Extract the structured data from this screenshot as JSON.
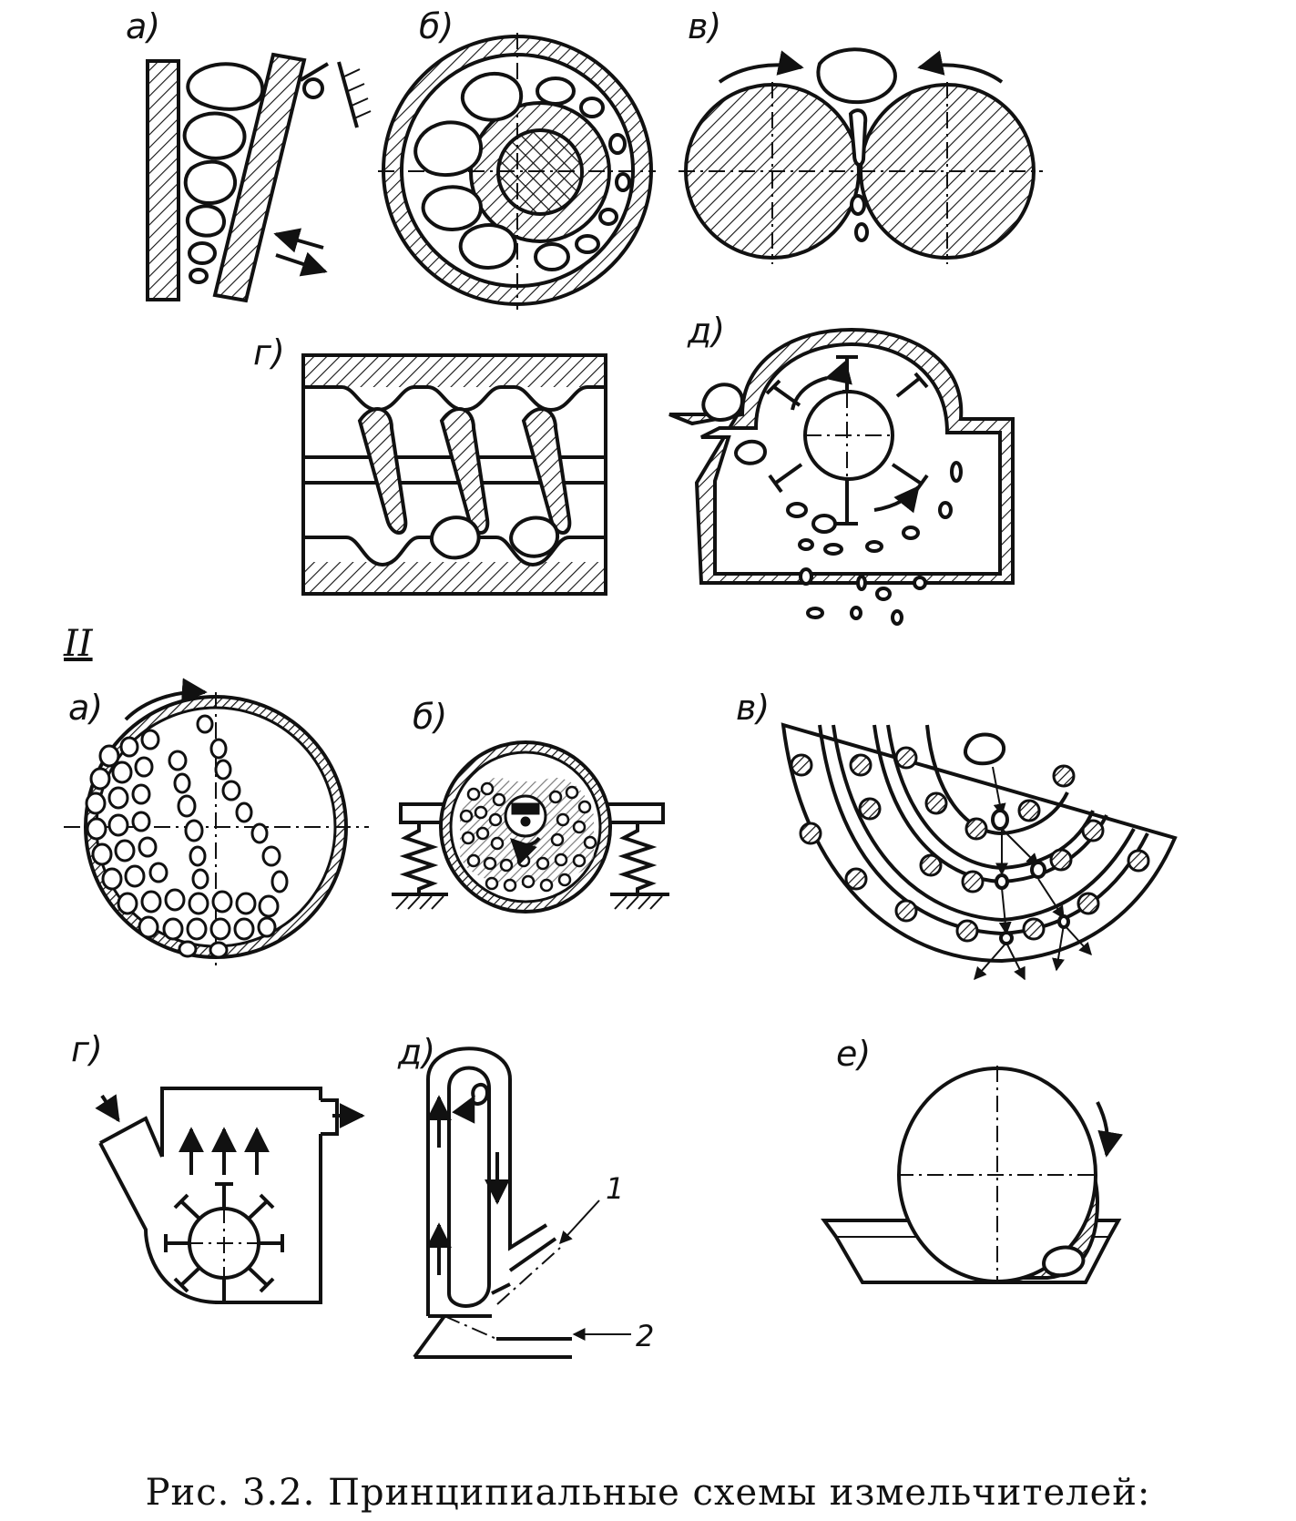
{
  "section_marker": "II",
  "caption": "Рис. 3.2. Принципиальные схемы измельчителей:",
  "group_1": {
    "labels": [
      "а)",
      "б)",
      "в)",
      "г)",
      "д)"
    ]
  },
  "group_2": {
    "labels": [
      "а)",
      "б)",
      "в)",
      "г)",
      "д)",
      "е)"
    ],
    "callouts": [
      "1",
      "2"
    ]
  }
}
